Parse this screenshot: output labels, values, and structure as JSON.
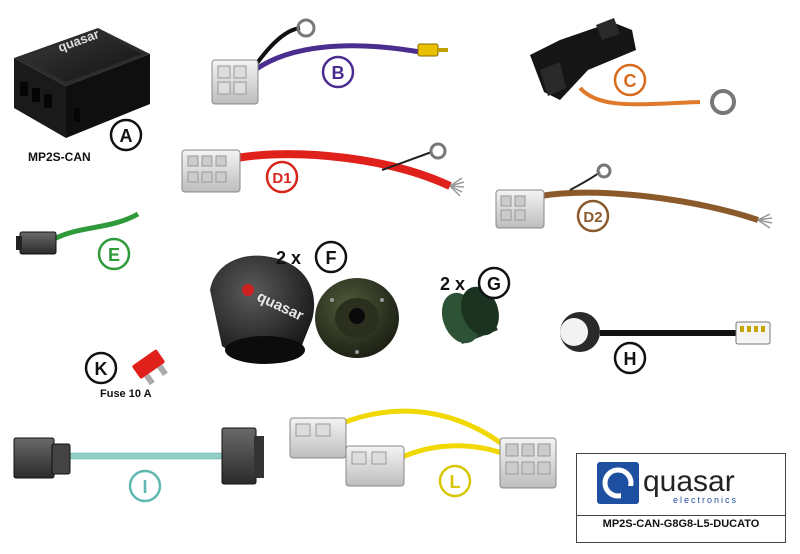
{
  "labels": {
    "A": "A",
    "B": "B",
    "C": "C",
    "D1": "D1",
    "D2": "D2",
    "E": "E",
    "F": "F",
    "G": "G",
    "H": "H",
    "K": "K",
    "I": "I",
    "L": "L"
  },
  "quantities": {
    "F": "2 x",
    "G": "2 x"
  },
  "captions": {
    "module": "MP2S-CAN",
    "fuse": "Fuse 10 A"
  },
  "brand": {
    "name": "quasar",
    "tagline": "electronics",
    "code": "MP2S-CAN-G8G8-L5-DUCATO"
  },
  "product_print": {
    "module": "quasar",
    "socket": "quasar"
  },
  "colors": {
    "label_A": "#111111",
    "label_B": "#4b2d8f",
    "label_C": "#d86a1c",
    "label_D1": "#d9261c",
    "label_D2": "#8b5a2b",
    "label_E": "#2f9a3a",
    "label_F": "#111111",
    "label_G": "#111111",
    "label_H": "#111111",
    "label_K": "#111111",
    "label_I": "#5fb8b0",
    "label_L": "#d8c600",
    "wire_purple": "#4b2d8f",
    "wire_orange": "#e07a2a",
    "wire_red": "#e0211b",
    "wire_brown": "#8b5a2b",
    "wire_green": "#2f9a3a",
    "wire_yellow": "#f0d800",
    "wire_teal": "#8fcfc8",
    "fuse_red": "#e0211b",
    "brand_blue": "#1f4fa0"
  },
  "icons": [
    "module-box",
    "ring-terminal",
    "spade-terminal",
    "connector-plug",
    "tow-socket",
    "rubber-grommet",
    "rubber-plug",
    "rj45-plug",
    "blade-fuse"
  ]
}
